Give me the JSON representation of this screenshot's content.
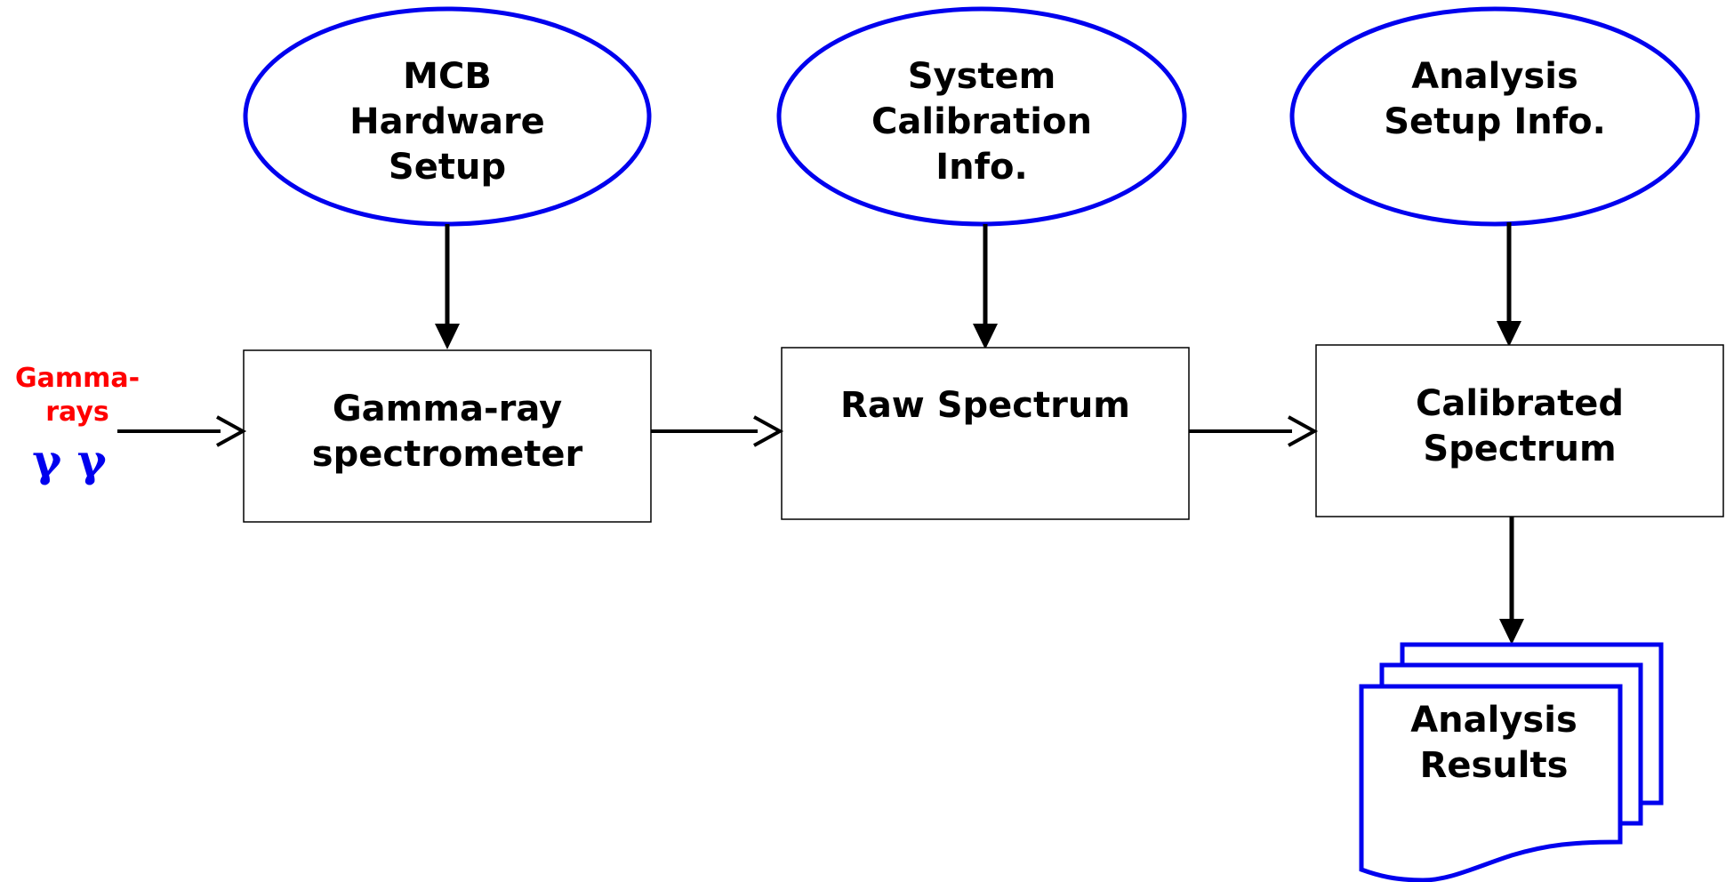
{
  "colors": {
    "outline_blue": "#0000ee",
    "box_border": "#000000",
    "arrow": "#000000",
    "gamma_label": "#ff0000",
    "gamma_symbol": "#0000ee"
  },
  "input": {
    "label_line1": "Gamma-",
    "label_line2": "rays",
    "symbols": "γ γ"
  },
  "ellipses": [
    {
      "lines": [
        "MCB",
        "Hardware",
        "Setup"
      ]
    },
    {
      "lines": [
        "System",
        "Calibration",
        "Info."
      ]
    },
    {
      "lines": [
        "Analysis",
        "Setup Info."
      ]
    }
  ],
  "boxes": [
    {
      "lines": [
        "Gamma-ray",
        "spectrometer"
      ]
    },
    {
      "lines": [
        "Raw Spectrum"
      ]
    },
    {
      "lines": [
        "Calibrated",
        "Spectrum"
      ]
    }
  ],
  "output": {
    "lines": [
      "Analysis",
      "Results"
    ]
  }
}
